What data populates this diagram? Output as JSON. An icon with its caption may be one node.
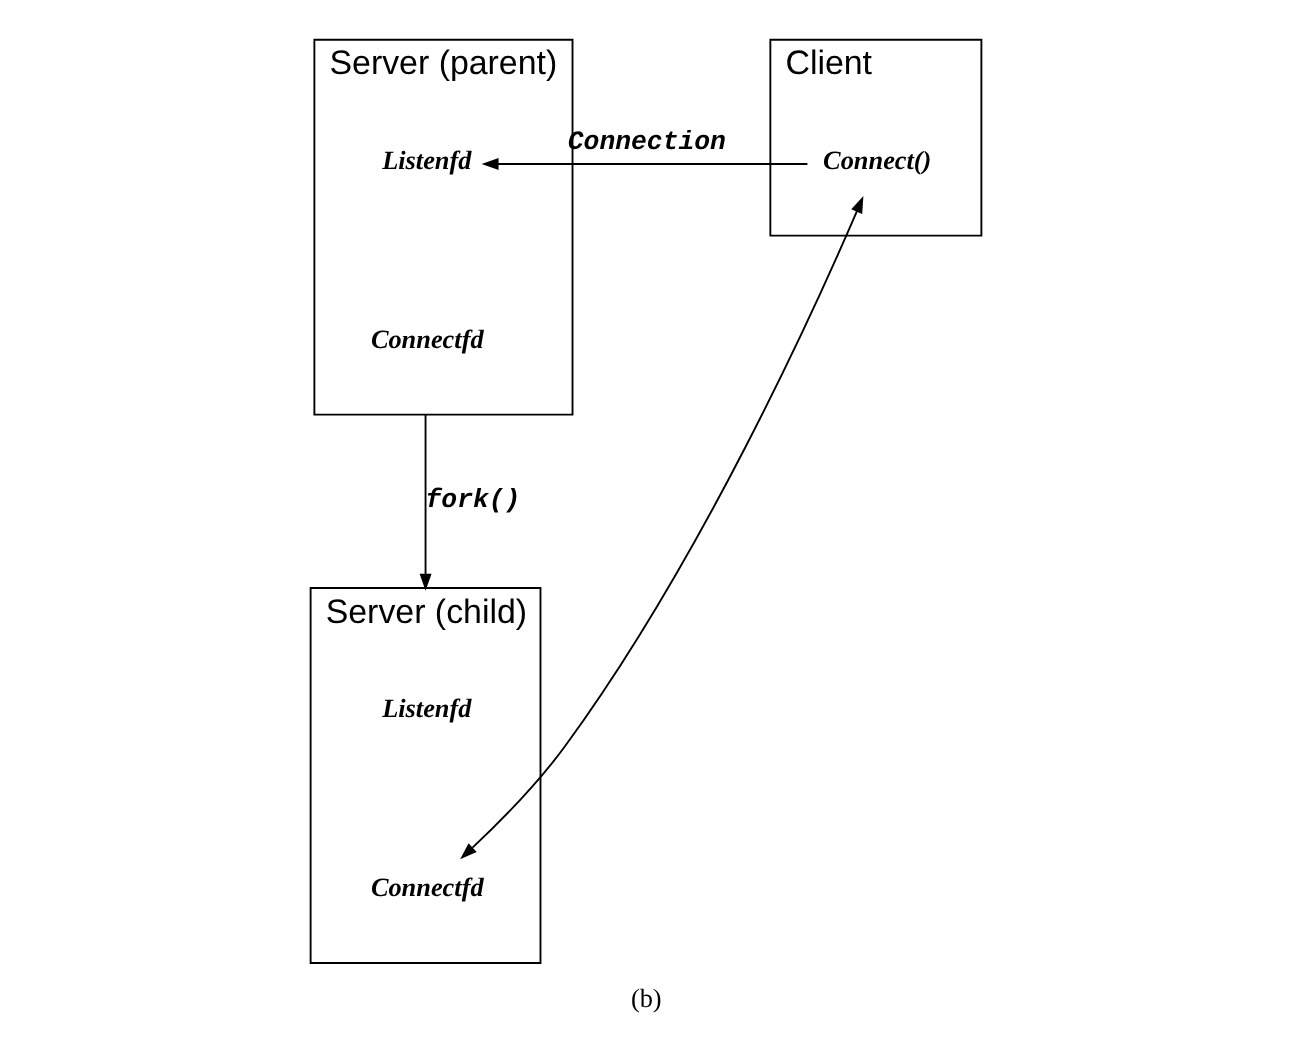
{
  "diagram": {
    "caption": "(b)",
    "nodes": [
      {
        "text": [
          "Server (parent)"
        ]
      },
      {
        "text": [
          "Listenfd"
        ],
        "in": 0
      },
      {
        "text": [
          "Connectfd"
        ],
        "in": 0
      },
      {
        "text": [
          "Client"
        ]
      },
      {
        "text": [
          "Connect()"
        ],
        "in": 3
      },
      {
        "text": [
          "Server (child)"
        ]
      },
      {
        "text": [
          "Listenfd"
        ],
        "in": 5
      },
      {
        "text": [
          "Connectfd"
        ],
        "in": 5
      }
    ],
    "edges": [
      {
        "from": 4,
        "to": 1,
        "arrow": "to",
        "label": "Connection"
      },
      {
        "from": 0,
        "to": 5,
        "arrow": "to",
        "label": "fork()"
      },
      {
        "from": 4,
        "to": 7,
        "arrow": "both"
      }
    ]
  }
}
